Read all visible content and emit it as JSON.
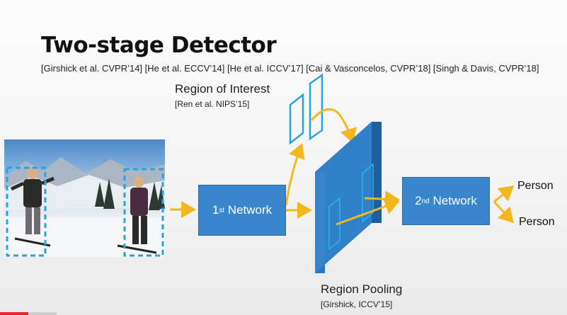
{
  "slide": {
    "title": "Two-stage Detector",
    "references": "[Girshick et al. CVPR’14] [He et al. ECCV’14] [He et al. ICCV’17] [Cai & Vasconcelos, CVPR’18] [Singh & Davis, CVPR’18]",
    "roi_label": "Region of Interest",
    "roi_ref": "[Ren et al. NIPS’15]",
    "pooling_label": "Region Pooling",
    "pooling_ref": "[Girshick, ICCV’15]",
    "network1": {
      "base": "1",
      "sup": "st",
      "rest": " Network"
    },
    "network2": {
      "base": "2",
      "sup": "nd",
      "rest": " Network"
    },
    "outputs": [
      "Person",
      "Person"
    ]
  },
  "colors": {
    "accent": "#3a86cd",
    "arrow": "#f2b71c",
    "roi": "#29a3df"
  }
}
